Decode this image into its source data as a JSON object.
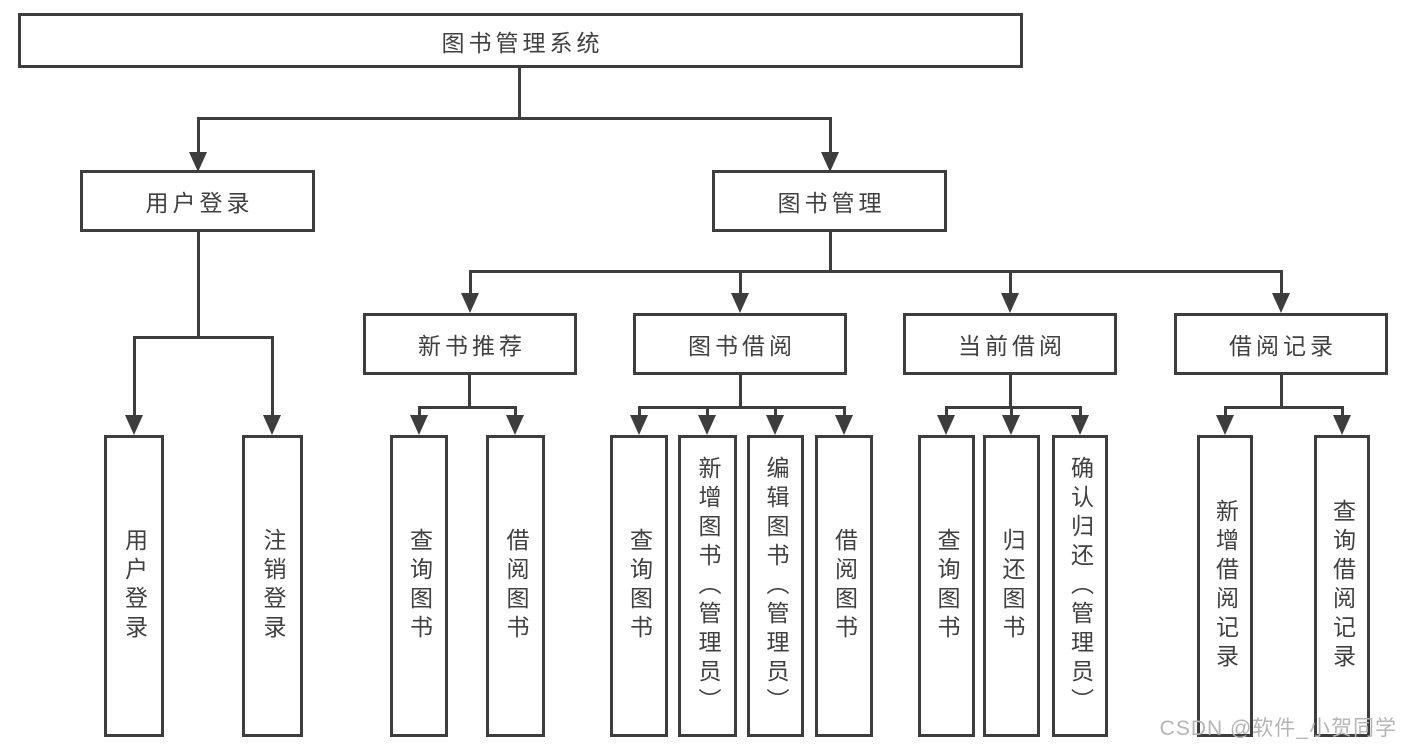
{
  "tree": {
    "root": "图书管理系统",
    "branches": [
      {
        "label": "用户登录",
        "children": [
          "用户登录",
          "注销登录"
        ]
      },
      {
        "label": "图书管理",
        "groups": [
          {
            "label": "新书推荐",
            "children": [
              "查询图书",
              "借阅图书"
            ]
          },
          {
            "label": "图书借阅",
            "children": [
              "查询图书",
              "新增图书（管理员）",
              "编辑图书（管理员）",
              "借阅图书"
            ]
          },
          {
            "label": "当前借阅",
            "children": [
              "查询图书",
              "归还图书",
              "确认归还（管理员）"
            ]
          },
          {
            "label": "借阅记录",
            "children": [
              "新增借阅记录",
              "查询借阅记录"
            ]
          }
        ]
      }
    ]
  },
  "watermark": {
    "text": "CSDN @软件_小贺同学"
  },
  "colors": {
    "line": "#3d3d3d",
    "text": "#404040",
    "watermark": "#b5b5b5",
    "background": "#ffffff"
  }
}
